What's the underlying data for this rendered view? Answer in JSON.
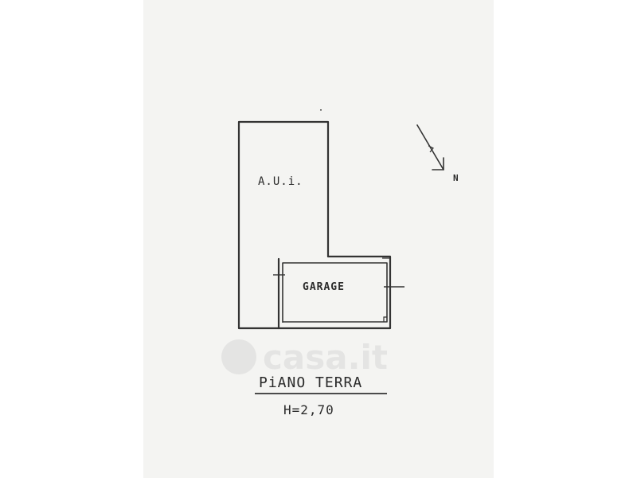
{
  "plan": {
    "room_upper_label": "A.U.i.",
    "room_lower_label": "GARAGE",
    "north_label": "N",
    "floor_title": "PiANO TERRA",
    "height_label": "H=2,70"
  },
  "watermark": {
    "text": "casa.it"
  }
}
